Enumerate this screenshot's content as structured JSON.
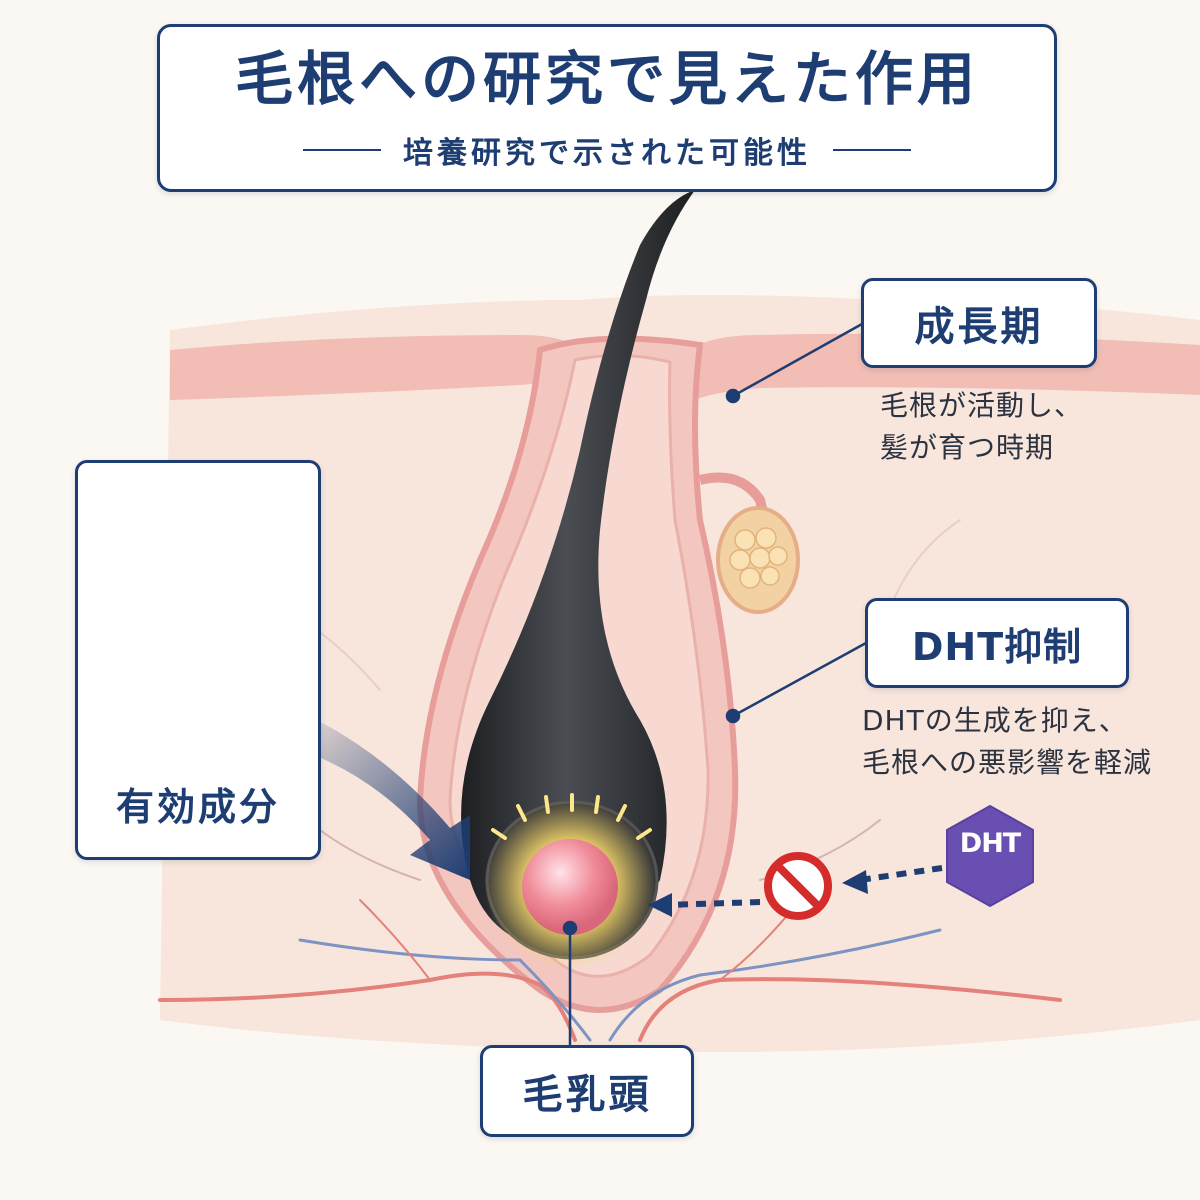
{
  "title": "毛根への研究で見えた作用",
  "subtitle": "培養研究で示された可能性",
  "labels": {
    "growth_phase": {
      "heading": "成長期",
      "desc_line1": "毛根が活動し、",
      "desc_line2": "髪が育つ時期"
    },
    "dht_inhibition": {
      "heading": "DHT抑制",
      "desc_line1": "DHTの生成を抑え、",
      "desc_line2": "毛根への悪影響を軽減"
    },
    "dermal_papilla": "毛乳頭",
    "active_ingredient": "有効成分",
    "dht_badge": "DHT"
  },
  "colors": {
    "navy": "#1e3d72",
    "skin": "#f3c7c0",
    "hair": "#2b2d30",
    "glow": "#f5d76a",
    "papilla": "#f08a98",
    "dht_purple": "#6a4fb3",
    "prohibit_red": "#d62b2b",
    "molecule_blue": "#6a9fe0"
  },
  "icons": [
    "bottle-icon",
    "molecule-icon",
    "prohibit-icon",
    "hexagon-icon",
    "arrow-icon"
  ]
}
